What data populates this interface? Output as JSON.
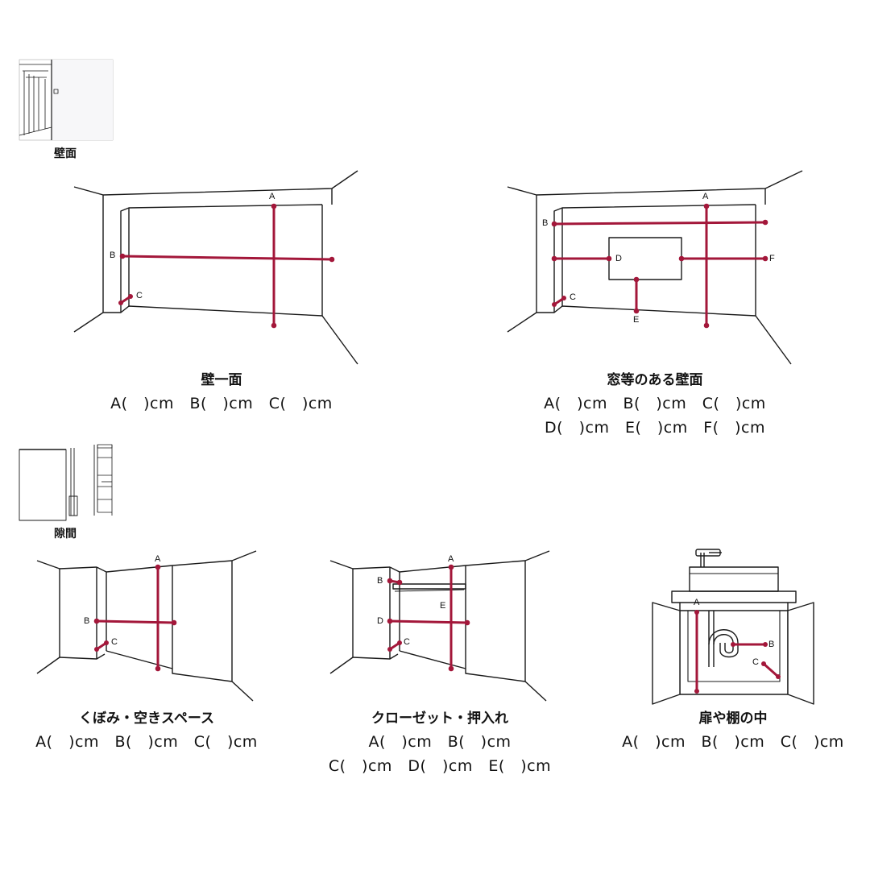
{
  "sections": {
    "wall": {
      "label": "壁面"
    },
    "gap": {
      "label": "隙間"
    }
  },
  "diagrams": {
    "wall_single": {
      "title": "壁一面",
      "markers": {
        "A": "A",
        "B": "B",
        "C": "C"
      },
      "measure_rows": [
        "A(　)cm　B(　)cm　C(　)cm"
      ]
    },
    "wall_window": {
      "title": "窓等のある壁面",
      "markers": {
        "A": "A",
        "B": "B",
        "C": "C",
        "D": "D",
        "E": "E",
        "F": "F"
      },
      "measure_rows": [
        "A(　)cm　B(　)cm　C(　)cm",
        "D(　)cm　E(　)cm　F(　)cm"
      ]
    },
    "alcove": {
      "title": "くぼみ・空きスペース",
      "markers": {
        "A": "A",
        "B": "B",
        "C": "C"
      },
      "measure_rows": [
        "A(　)cm　B(　)cm　C(　)cm"
      ]
    },
    "closet": {
      "title": "クローゼット・押入れ",
      "markers": {
        "A": "A",
        "B": "B",
        "C": "C",
        "D": "D",
        "E": "E"
      },
      "measure_rows": [
        "A(　)cm　B(　)cm",
        "C(　)cm　D(　)cm　E(　)cm"
      ]
    },
    "cabinet": {
      "title": "扉や棚の中",
      "markers": {
        "A": "A",
        "B": "B",
        "C": "C"
      },
      "measure_rows": [
        "A(　)cm　B(　)cm　C(　)cm"
      ]
    }
  },
  "colors": {
    "measure_line": "#a3173a",
    "outline": "#1a1a1a"
  }
}
